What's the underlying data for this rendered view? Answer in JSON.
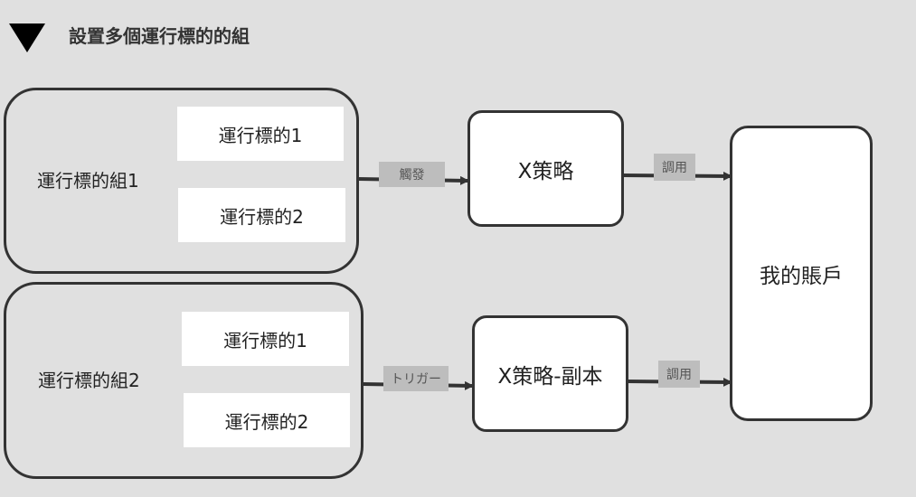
{
  "title": "設置多個運行標的的組",
  "groups": [
    {
      "label": "運行標的組1",
      "items": [
        "運行標的1",
        "運行標的2"
      ]
    },
    {
      "label": "運行標的組2",
      "items": [
        "運行標的1",
        "運行標的2"
      ]
    }
  ],
  "strategies": [
    "X策略",
    "X策略-副本"
  ],
  "edge_labels": {
    "trigger_1": "觸發",
    "trigger_2": "トリガー",
    "call_1": "調用",
    "call_2": "調用"
  },
  "account": "我的賬戶",
  "colors": {
    "background": "#e0e0e0",
    "stroke": "#333333",
    "edge_label_bg": "#bdbdbd",
    "node_fill": "#ffffff"
  }
}
